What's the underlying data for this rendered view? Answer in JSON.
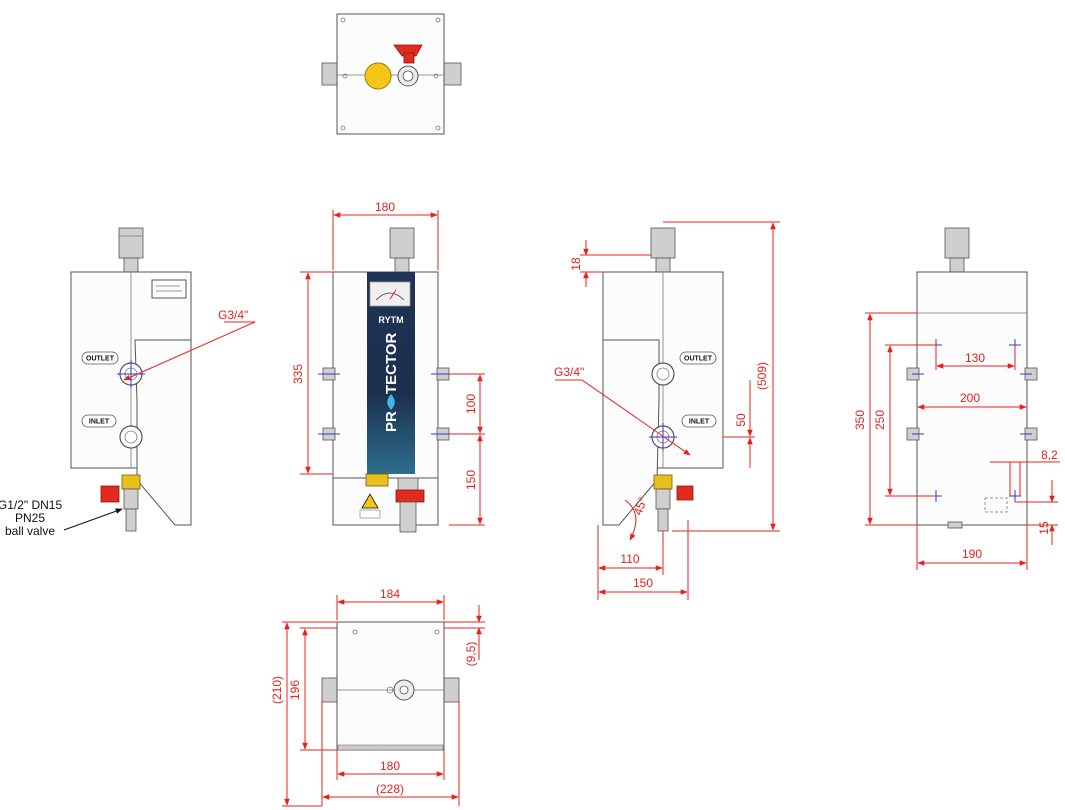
{
  "views": {
    "front_panel": {
      "brand_logo": "RYTM",
      "brand_name_left": "PR",
      "brand_name_right": "TECTOR"
    },
    "side_left": {
      "outlet_tag": "OUTLET",
      "inlet_tag": "INLET",
      "thread_callout": "G3/4\"",
      "valve_callout": [
        "G1/2\" DN15",
        "PN25",
        "ball valve"
      ]
    },
    "side_right": {
      "outlet_tag": "OUTLET",
      "inlet_tag": "INLET",
      "thread_callout": "G3/4\"",
      "angle_label": "45°"
    }
  },
  "dimensions": {
    "front_width": "180",
    "front_height": "335",
    "front_spacing_upper": "100",
    "front_spacing_lower": "150",
    "side_top_offset": "18",
    "side_total_height": "(509)",
    "side_port_offset": "50",
    "side_base_inner": "110",
    "side_base_outer": "150",
    "rear_hole_spacing_top": "130",
    "rear_hole_spacing_mid": "200",
    "rear_height_outer": "350",
    "rear_height_inner": "250",
    "rear_offset_right": "8,2",
    "rear_offset_bottom": "15",
    "rear_width": "190",
    "bottom_width_top": "184",
    "bottom_depth_offset": "(9,5)",
    "bottom_depth_outer": "(210)",
    "bottom_depth_inner": "196",
    "bottom_width_mid": "180",
    "bottom_width_outer": "(228)"
  },
  "colors": {
    "dimension": "#e8201e",
    "panel": "#1b2f4e",
    "accent_blue": "#2b3bd6",
    "valve_handle": "#e12a20",
    "brass": "#e8bf1e",
    "indicator": "#f5c518"
  }
}
